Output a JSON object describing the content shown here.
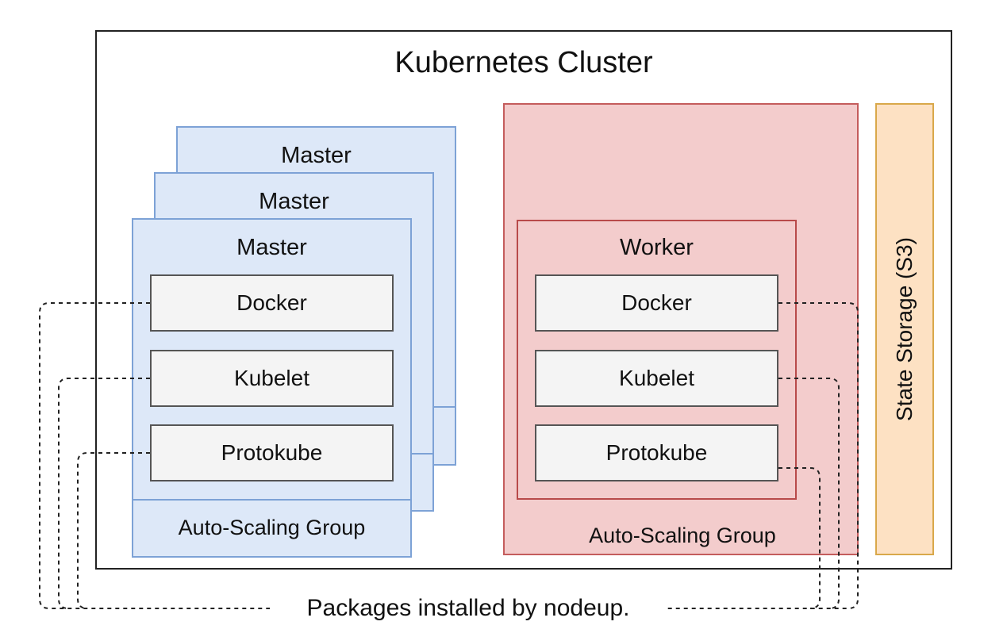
{
  "cluster": {
    "title": "Kubernetes Cluster"
  },
  "masters": {
    "stack_labels": [
      "Master",
      "Master",
      "Master"
    ],
    "components": [
      "Docker",
      "Kubelet",
      "Protokube"
    ],
    "asg_label": "Auto-Scaling Group"
  },
  "worker": {
    "label": "Worker",
    "components": [
      "Docker",
      "Kubelet",
      "Protokube"
    ],
    "asg_label": "Auto-Scaling Group"
  },
  "state_storage": {
    "label": "State Storage (S3)"
  },
  "footer": {
    "label": "Packages installed by nodeup."
  },
  "colors": {
    "master_fill": "#dde8f8",
    "master_border": "#7da2d6",
    "worker_fill": "#f3cccc",
    "worker_border": "#c45c5c",
    "storage_fill": "#fde1c3",
    "storage_border": "#d9a84a",
    "component_fill": "#f4f4f4"
  }
}
